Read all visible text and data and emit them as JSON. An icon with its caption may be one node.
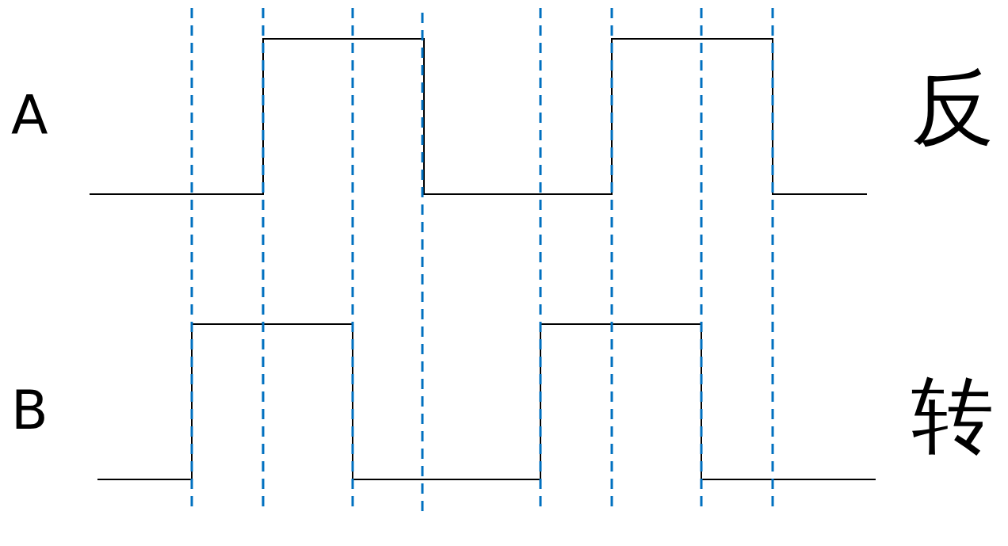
{
  "diagram": {
    "labels": [
      "A",
      "反",
      "B",
      "转"
    ]
  }
}
